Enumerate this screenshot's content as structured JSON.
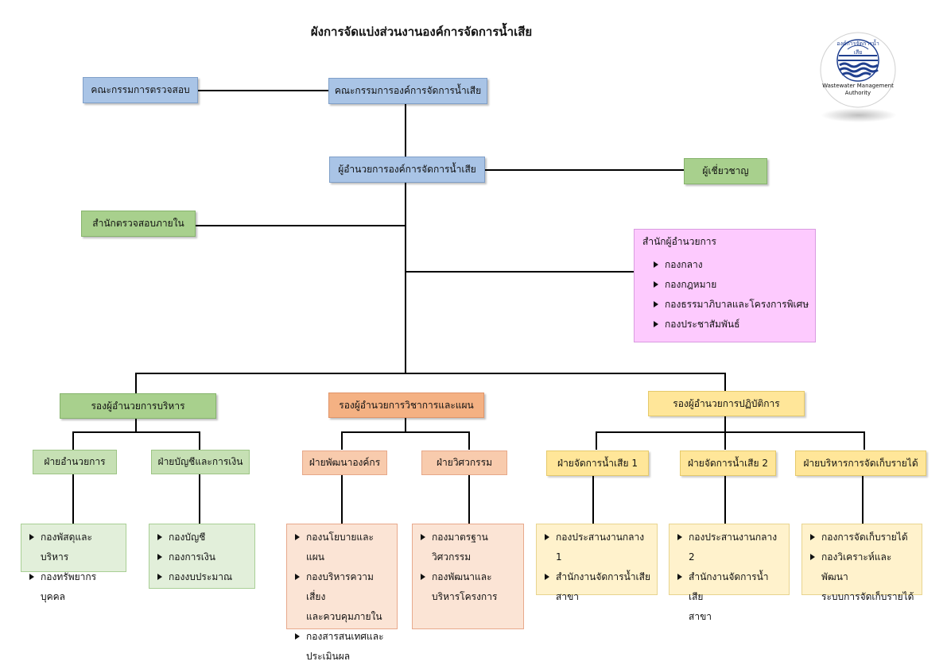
{
  "title": "ผังการจัดแบ่งส่วนงานองค์การจัดการน้ำเสีย",
  "logo": {
    "top_text": "องค์การจัดการน้ำเสีย",
    "caption_line1": "Wastewater Management",
    "caption_line2": "Authority"
  },
  "nodes": {
    "audit_committee": "คณะกรรมการตรวจสอบ",
    "board": "คณะกรรมการองค์การจัดการน้ำเสีย",
    "director": "ผู้อำนวยการองค์การจัดการน้ำเสีย",
    "expert": "ผู้เชี่ยวชาญ",
    "internal_audit": "สำนักตรวจสอบภายใน",
    "director_office": {
      "title": "สำนักผู้อำนวยการ",
      "items": [
        "กองกลาง",
        "กองกฎหมาย",
        "กองธรรมาภิบาลและโครงการพิเศษ",
        "กองประชาสัมพันธ์"
      ]
    },
    "deputy_admin": "รองผู้อำนวยการบริหาร",
    "deputy_tech": "รองผู้อำนวยการวิชาการและแผน",
    "deputy_ops": "รองผู้อำนวยการปฏิบัติการ",
    "div_admin": "ฝ่ายอำนวยการ",
    "div_accounting": "ฝ่ายบัญชีและการเงิน",
    "div_orgdev": "ฝ่ายพัฒนาองค์กร",
    "div_engineering": "ฝ่ายวิศวกรรม",
    "div_ww1": "ฝ่ายจัดการน้ำเสีย 1",
    "div_ww2": "ฝ่ายจัดการน้ำเสีย 2",
    "div_revenue": "ฝ่ายบริหารการจัดเก็บรายได้"
  },
  "sublists": {
    "admin": [
      "กองพัสดุและบริหาร",
      "กองทรัพยากรบุคคล"
    ],
    "accounting": [
      "กองบัญชี",
      "กองการเงิน",
      "กองงบประมาณ"
    ],
    "orgdev": [
      [
        "กองนโยบายและแผน"
      ],
      [
        "กองบริหารความเสี่ยง",
        "และควบคุมภายใน"
      ],
      [
        "กองสารสนเทศและ",
        "ประเมินผล"
      ]
    ],
    "engineering": [
      [
        "กองมาตรฐาน",
        "วิศวกรรม"
      ],
      [
        "กองพัฒนาและ",
        "บริหารโครงการ"
      ]
    ],
    "ww1": [
      [
        "กองประสานงานกลาง 1"
      ],
      [
        "สำนักงานจัดการน้ำเสีย",
        "สาขา"
      ]
    ],
    "ww2": [
      [
        "กองประสานงานกลาง 2"
      ],
      [
        "สำนักงานจัดการน้ำเสีย",
        "สาขา"
      ]
    ],
    "revenue": [
      [
        "กองการจัดเก็บรายได้"
      ],
      [
        "กองวิเคราะห์และพัฒนา",
        "ระบบการจัดเก็บรายได้"
      ]
    ]
  },
  "colors": {
    "blue": "#a9c4e6",
    "green": "#a8d08d",
    "orange": "#f4b183",
    "yellow": "#ffe699",
    "pink": "#fdcafe",
    "logo_blue": "#1f3f8f"
  }
}
